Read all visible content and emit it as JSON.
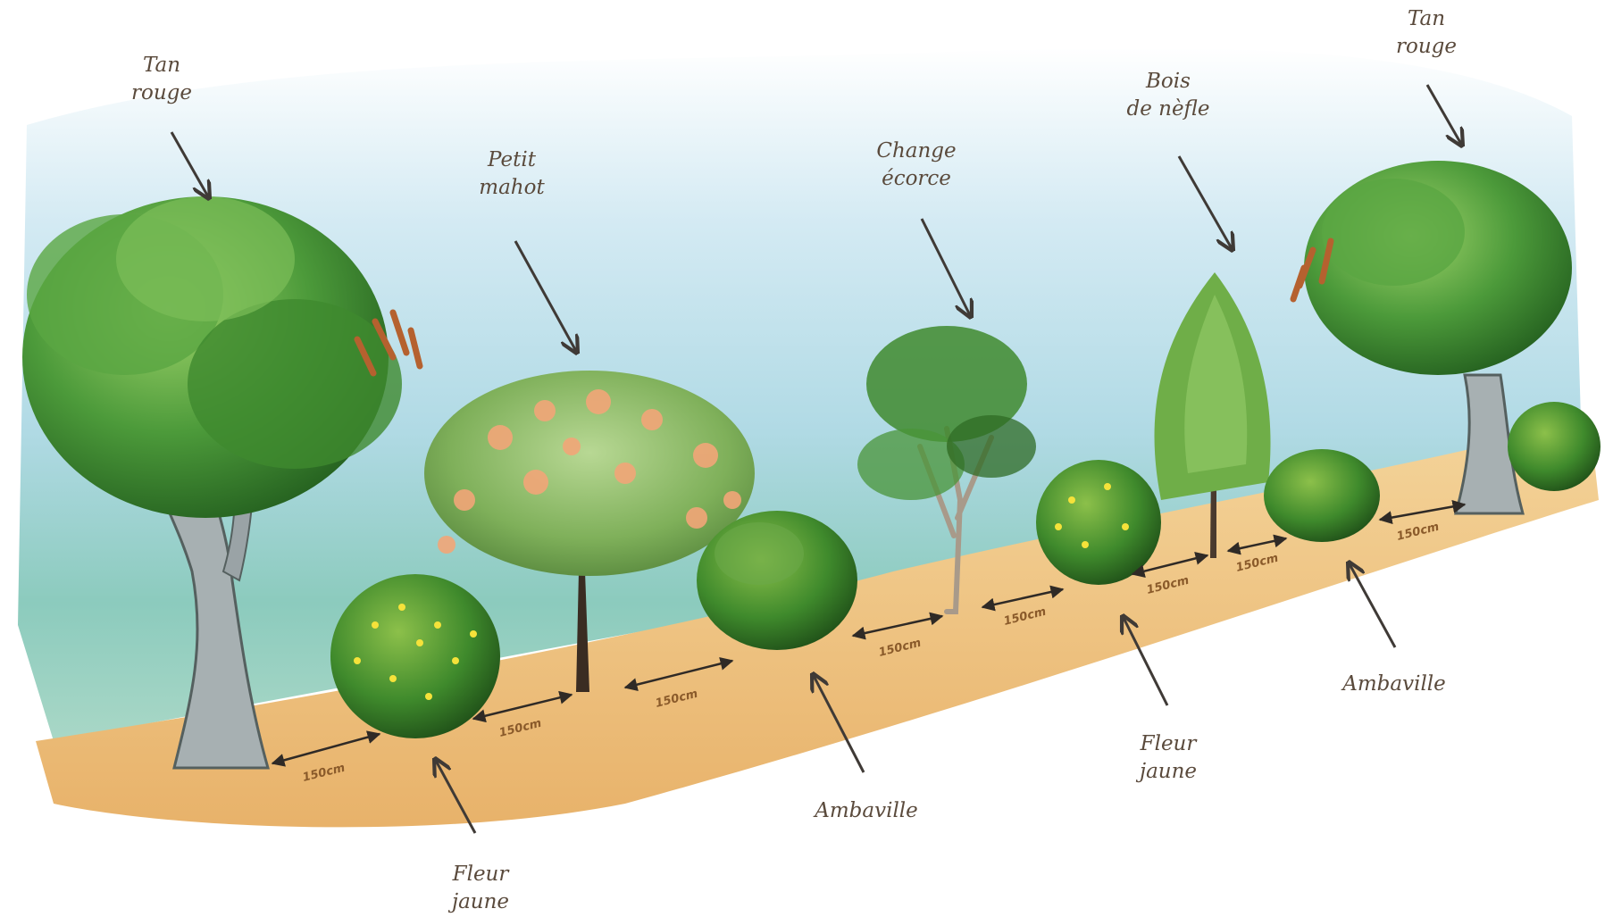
{
  "labels": {
    "tan_rouge_left": [
      "Tan",
      "rouge"
    ],
    "petit_mahot": [
      "Petit",
      "mahot"
    ],
    "change_ecorce": [
      "Change",
      "écorce"
    ],
    "bois_de_nefle": [
      "Bois",
      "de nèfle"
    ],
    "tan_rouge_right": [
      "Tan",
      "rouge"
    ],
    "fleur_jaune_1": [
      "Fleur",
      "jaune"
    ],
    "ambaville_1": [
      "Ambaville"
    ],
    "fleur_jaune_2": [
      "Fleur",
      "jaune"
    ],
    "ambaville_2": [
      "Ambaville"
    ]
  },
  "spacing_label": "150cm",
  "colors": {
    "sky": "#bfe0ee",
    "ground": "#f2c98a",
    "foliage_dark": "#2f6b24",
    "foliage": "#4d9a3a",
    "blossom": "#f2a678",
    "yellow_flower": "#f5e23a",
    "bark": "#9aa3a6",
    "ink": "#4a4036"
  }
}
